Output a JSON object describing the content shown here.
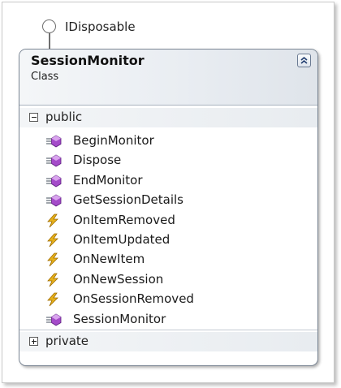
{
  "interface": {
    "name": "IDisposable"
  },
  "class": {
    "name": "SessionMonitor",
    "kind": "Class",
    "collapse_icon": "double-chevron-up-icon"
  },
  "sections": {
    "public": {
      "label": "public",
      "expanded": true,
      "members": [
        {
          "name": "BeginMonitor",
          "icon": "method-icon"
        },
        {
          "name": "Dispose",
          "icon": "method-icon"
        },
        {
          "name": "EndMonitor",
          "icon": "method-icon"
        },
        {
          "name": "GetSessionDetails",
          "icon": "method-icon"
        },
        {
          "name": "OnItemRemoved",
          "icon": "event-icon"
        },
        {
          "name": "OnItemUpdated",
          "icon": "event-icon"
        },
        {
          "name": "OnNewItem",
          "icon": "event-icon"
        },
        {
          "name": "OnNewSession",
          "icon": "event-icon"
        },
        {
          "name": "OnSessionRemoved",
          "icon": "event-icon"
        },
        {
          "name": "SessionMonitor",
          "icon": "method-icon"
        }
      ]
    },
    "private": {
      "label": "private",
      "expanded": false
    }
  },
  "colors": {
    "method": "#a44bc9",
    "event": "#e7b21b",
    "border": "#7d8896"
  }
}
